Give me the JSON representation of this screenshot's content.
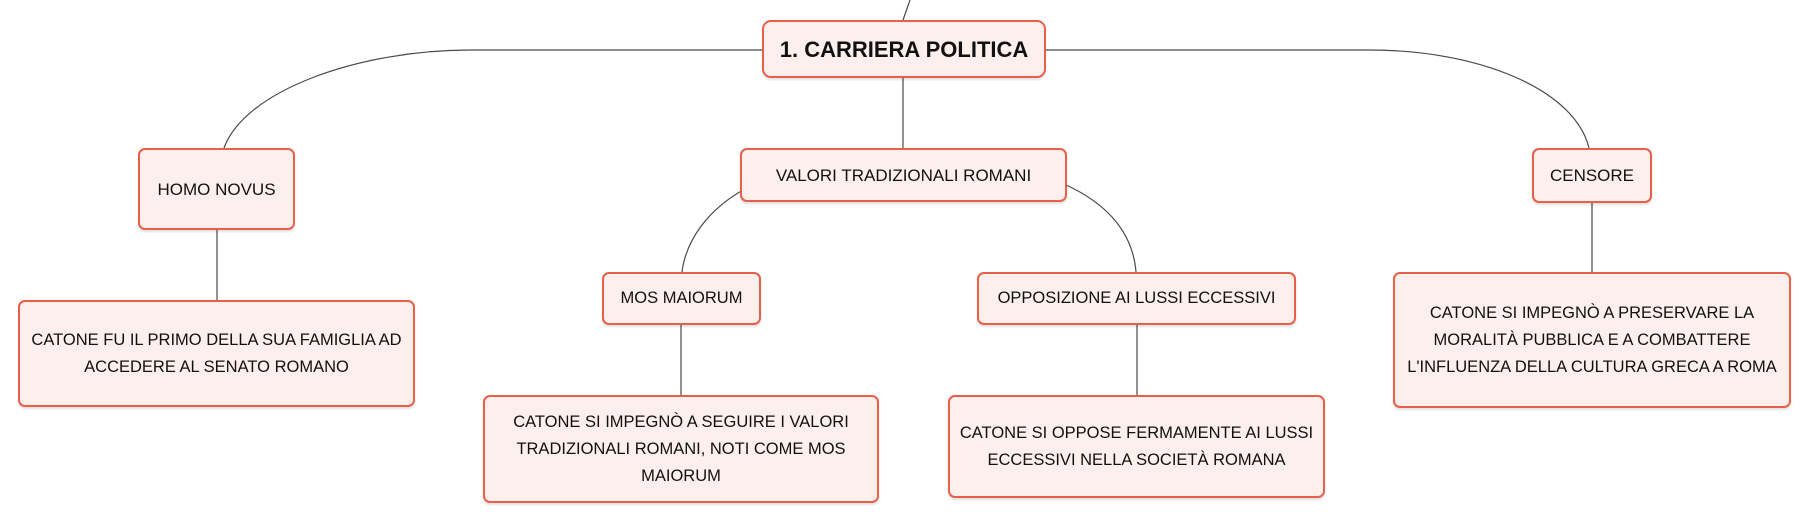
{
  "colors": {
    "node_fill": "#fdefeb",
    "node_border": "#e8604c",
    "connector": "#4a4a4a",
    "text": "#111111"
  },
  "root": {
    "label": "1. CARRIERA POLITICA"
  },
  "homo_novus": {
    "label": "HOMO NOVUS",
    "detail": "CATONE FU IL PRIMO DELLA SUA FAMIGLIA AD ACCEDERE AL SENATO ROMANO"
  },
  "valori": {
    "label": "VALORI TRADIZIONALI ROMANI",
    "mos_maiorum": {
      "label": "MOS MAIORUM",
      "detail": "CATONE SI IMPEGNÒ A SEGUIRE I VALORI TRADIZIONALI ROMANI, NOTI COME MOS MAIORUM"
    },
    "opposizione": {
      "label": "OPPOSIZIONE AI LUSSI ECCESSIVI",
      "detail": "CATONE SI OPPOSE FERMAMENTE AI LUSSI ECCESSIVI NELLA SOCIETÀ ROMANA"
    }
  },
  "censore": {
    "label": "CENSORE",
    "detail": "CATONE SI IMPEGNÒ A PRESERVARE LA MORALITÀ PUBBLICA E A COMBATTERE L'INFLUENZA DELLA CULTURA GRECA A ROMA"
  }
}
